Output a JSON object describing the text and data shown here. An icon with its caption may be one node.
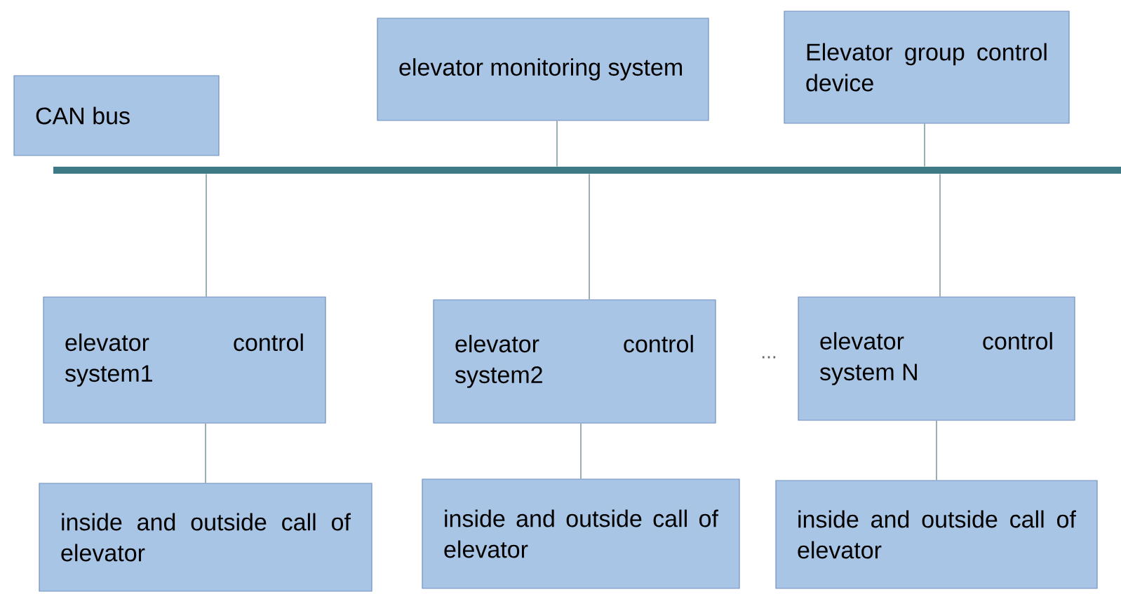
{
  "diagram": {
    "nodes": [
      {
        "text": [
          "CAN bus"
        ]
      },
      {
        "text": [
          "elevator monitoring system"
        ]
      },
      {
        "text": [
          "Elevator group control device"
        ]
      },
      {
        "text": [],
        "shape": "bar"
      },
      {
        "text": [
          "elevator control system1"
        ]
      },
      {
        "text": [
          "elevator control system2"
        ]
      },
      {
        "text": [
          "elevator control system N"
        ]
      },
      {
        "text": [
          "inside and outside call of elevator"
        ]
      },
      {
        "text": [
          "inside and outside call of elevator"
        ]
      },
      {
        "text": [
          "inside and outside call of elevator"
        ]
      }
    ],
    "edges": [
      {
        "from": 1,
        "to": 3,
        "arrow": "none"
      },
      {
        "from": 2,
        "to": 3,
        "arrow": "none"
      },
      {
        "from": 3,
        "to": 4,
        "arrow": "none"
      },
      {
        "from": 3,
        "to": 5,
        "arrow": "none"
      },
      {
        "from": 3,
        "to": 6,
        "arrow": "none"
      },
      {
        "from": 4,
        "to": 7,
        "arrow": "none"
      },
      {
        "from": 5,
        "to": 8,
        "arrow": "none"
      },
      {
        "from": 6,
        "to": 9,
        "arrow": "none"
      }
    ],
    "labels": [
      "..."
    ]
  }
}
